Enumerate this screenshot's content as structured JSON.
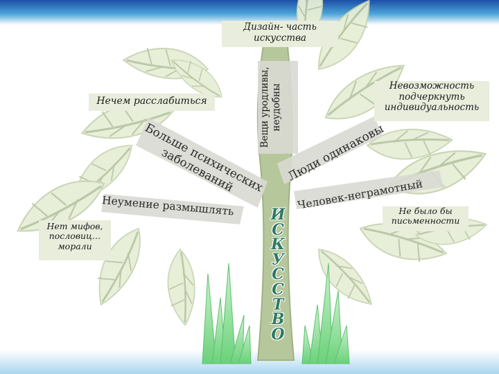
{
  "top_label": "Дизайн- часть искусства",
  "left_top_label": "Нечем расслабиться",
  "vertical_label": "Вещи уродливы, неудобны",
  "right_top_label": "Невозможность подчеркнуть индивидуальность",
  "branch_left_upper": "Больше психических заболеваний",
  "branch_left_lower": "Неумение размышлять",
  "branch_right_upper": "Люди одинаковы",
  "branch_right_lower": "Человек-неграмотный",
  "left_bottom_label": "Нет мифов, пословиц… морали",
  "right_bottom_label": "Не было бы письменности",
  "trunk_letters": [
    "И",
    "С",
    "К",
    "У",
    "С",
    "С",
    "Т",
    "В",
    "О"
  ],
  "colors": {
    "banner_top": "#1d4fa8",
    "banner_mid": "#4aa3d8",
    "tree_trunk": "#b7c79c",
    "leaf_fill": "#e7efd6",
    "leaf_vein": "#b8c6a4",
    "branch_fill": "#d9d9d3",
    "label_bg": "#e8eddc",
    "trunk_text": "#2e7a64",
    "grass": "#7fd78a"
  }
}
